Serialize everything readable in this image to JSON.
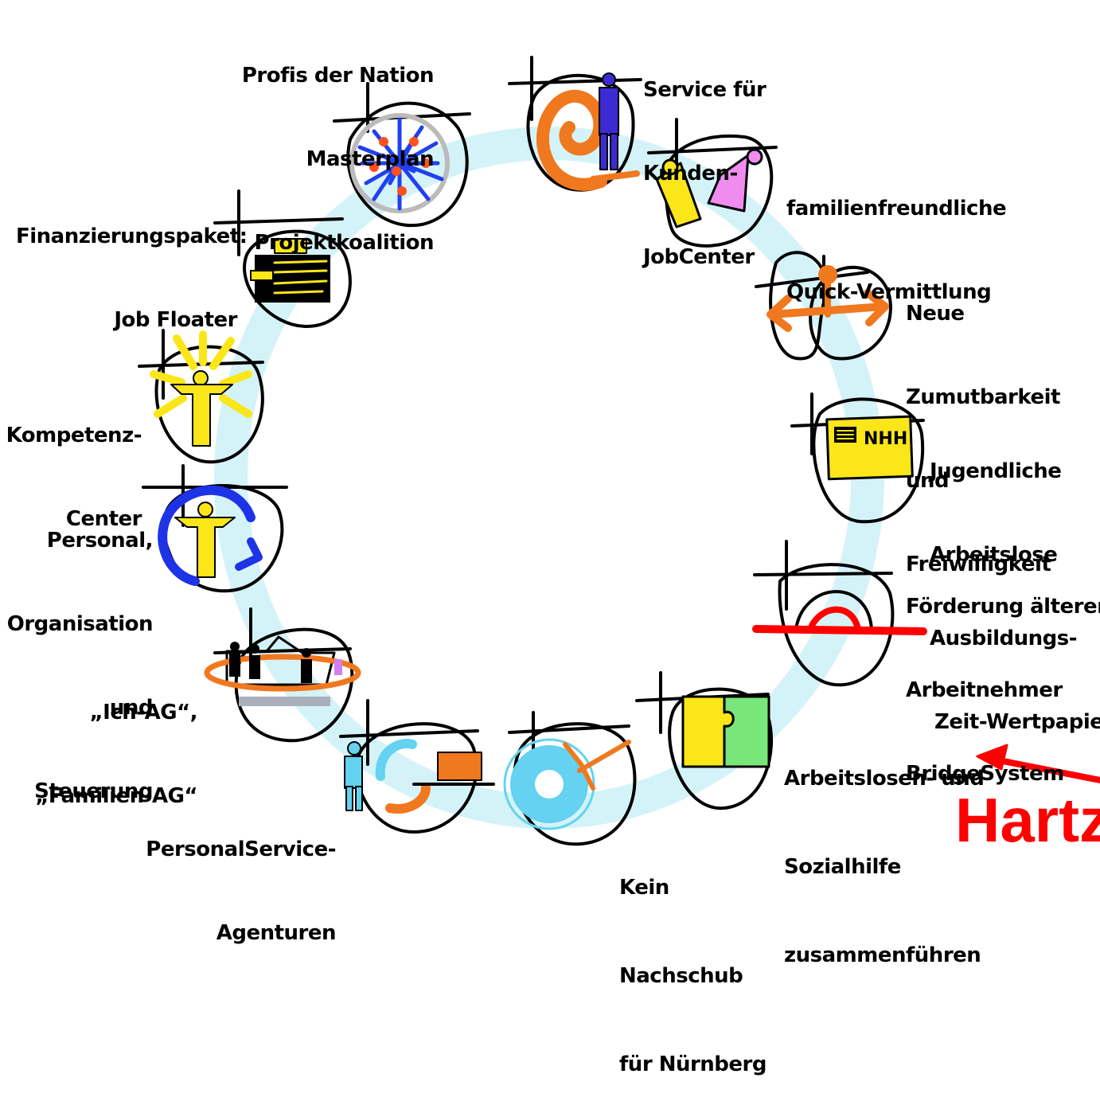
{
  "labels": {
    "profis": [
      "Profis der Nation",
      "Masterplan",
      "Projektkoalition"
    ],
    "service": [
      "Service für",
      "Kunden-",
      "JobCenter"
    ],
    "familien": [
      "familienfreundliche",
      "Quick-Vermittlung"
    ],
    "zumutbarkeit": [
      "Neue",
      "Zumutbarkeit",
      "und",
      "Freiwilligkeit"
    ],
    "jugendliche": [
      "Jugendliche",
      "Arbeitslose",
      "Ausbildungs-",
      "Zeit-Wertpapier"
    ],
    "aeltere": [
      "Förderung älterer",
      "Arbeitnehmer",
      "BridgeSystem"
    ],
    "arbeitslosen": [
      "Arbeitslosen- und",
      "Sozialhilfe",
      "zusammenführen"
    ],
    "nachschub": [
      "Kein",
      "Nachschub",
      "für Nürnberg"
    ],
    "psa": [
      "PersonalService-",
      "Agenturen"
    ],
    "ichag": [
      "„Ich-AG“,",
      "„Familien-AG“"
    ],
    "personal": [
      "Personal,",
      "Organisation",
      "und",
      "Steuerung"
    ],
    "kompetenz": [
      "Kompetenz-",
      "Center"
    ],
    "finanzierung": [
      "Finanzierungspaket:",
      "Job Floater"
    ]
  },
  "card_text": "NHH",
  "hartz_label": "Hartz",
  "colors": {
    "ring": "#d4f3f8",
    "accent_red": "#ff0000",
    "orange": "#f0781e",
    "blue": "#1e32e6",
    "yellow": "#fae619",
    "violet": "#3c2ad2",
    "pink": "#f08cf0",
    "green": "#78e678",
    "cyan": "#64d2f0"
  }
}
